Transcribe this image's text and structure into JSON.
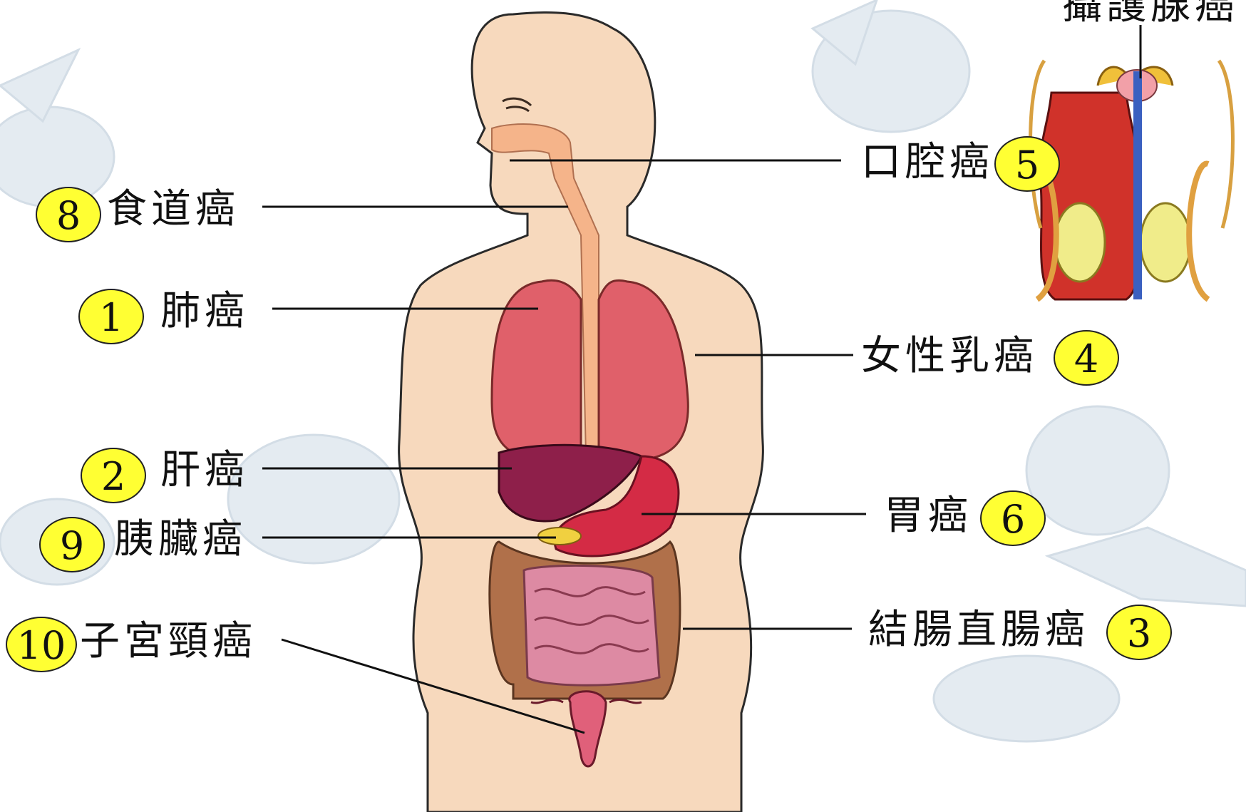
{
  "diagram": {
    "labels": {
      "oral": {
        "number": "5",
        "text": "口腔癌"
      },
      "esophageal": {
        "number": "8",
        "text": "食道癌"
      },
      "lung": {
        "number": "1",
        "text": "肺癌"
      },
      "breast": {
        "number": "4",
        "text": "女性乳癌"
      },
      "liver": {
        "number": "2",
        "text": "肝癌"
      },
      "stomach": {
        "number": "6",
        "text": "胃癌"
      },
      "pancreatic": {
        "number": "9",
        "text": "胰臟癌"
      },
      "colorectal": {
        "number": "3",
        "text": "結腸直腸癌"
      },
      "cervical": {
        "number": "10",
        "text": "子宮頸癌"
      },
      "prostate": {
        "text": "攝護腺癌"
      }
    },
    "colors": {
      "badge": "#ffff33",
      "skin": "#f7d9bd",
      "lung": "#e0606a",
      "liver": "#8e1f4a",
      "stomach": "#d42b45",
      "intestine": "#dd8aa3",
      "colon": "#b0704a",
      "uterus": "#e0607a"
    }
  }
}
